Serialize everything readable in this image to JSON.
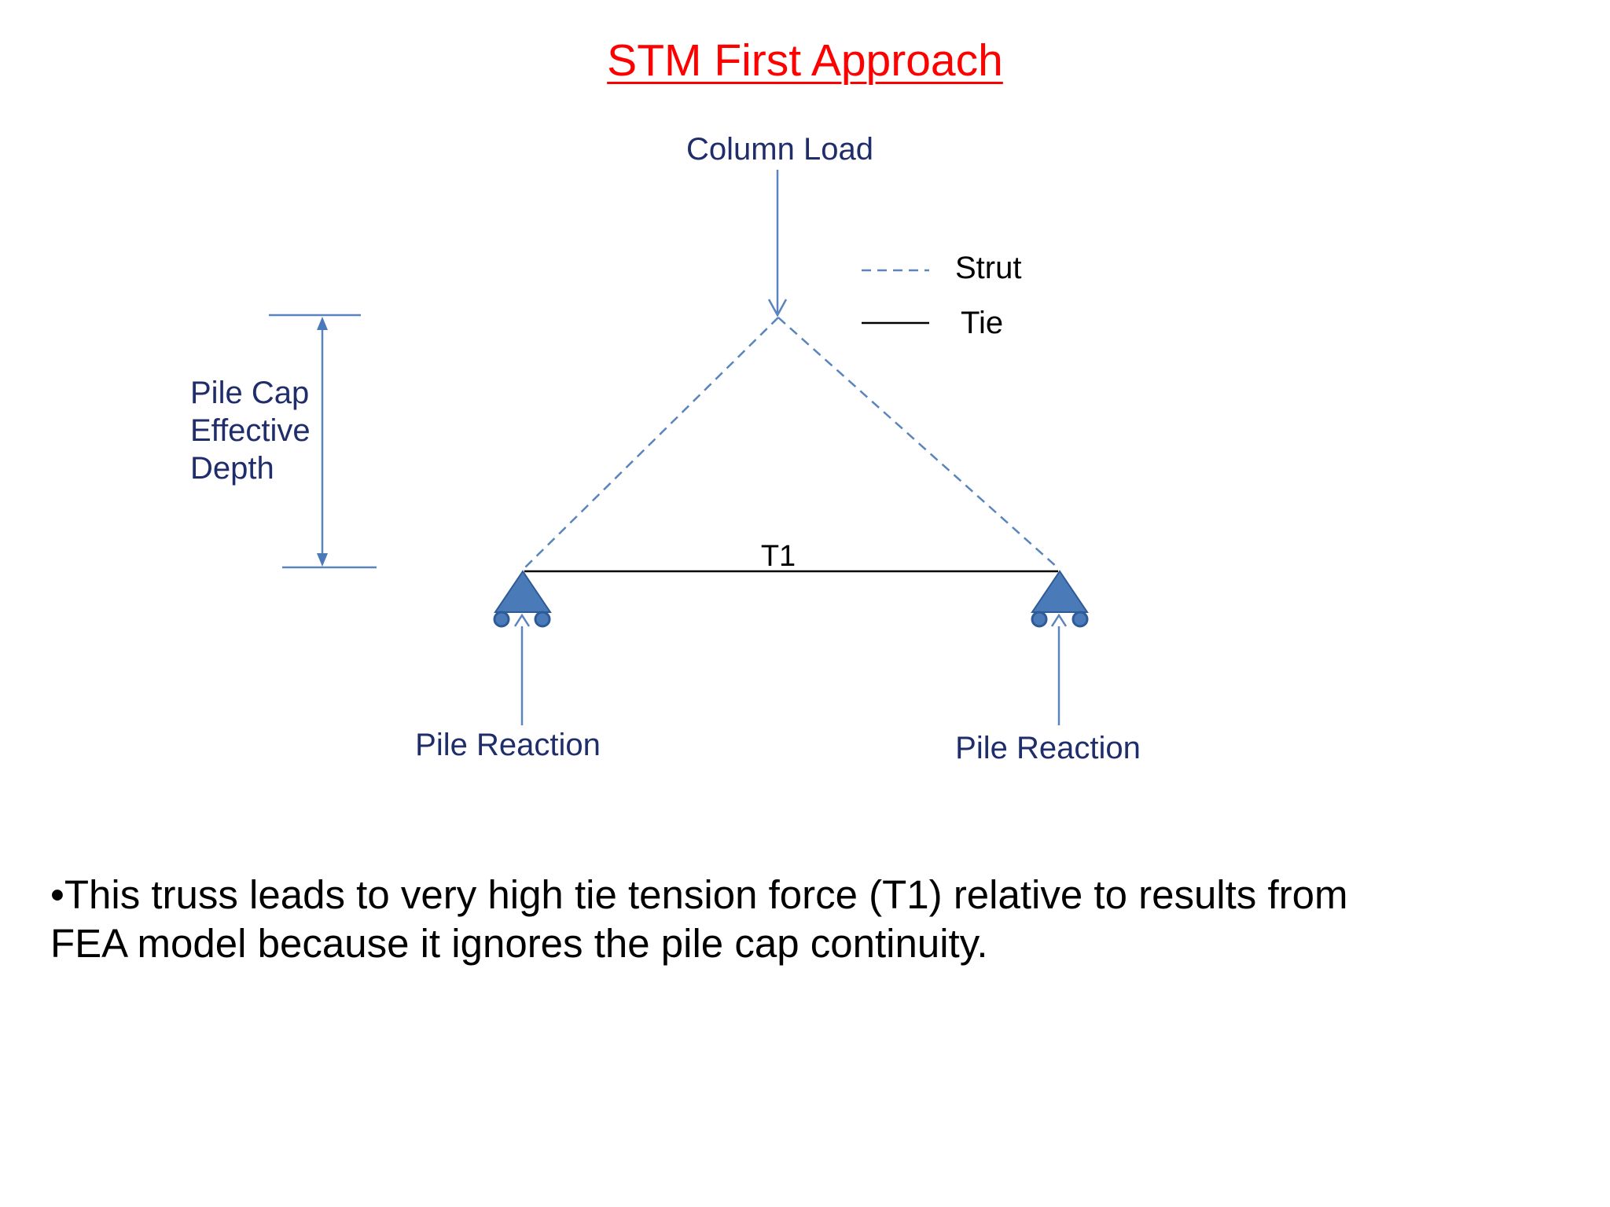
{
  "title": "STM First Approach",
  "diagram": {
    "column_load_label": "Column Load",
    "legend": {
      "strut_label": "Strut",
      "tie_label": "Tie"
    },
    "depth_label_lines": [
      "Pile Cap",
      "Effective",
      "Depth"
    ],
    "tie_label": "T1",
    "left_reaction_label": "Pile Reaction",
    "right_reaction_label": "Pile Reaction",
    "colors": {
      "label_text": "#1f2d6b",
      "member_line": "#5a84bd",
      "support_fill": "#4a7ab8",
      "support_dark": "#2e5a96",
      "tie_line": "#000000"
    }
  },
  "notes": {
    "line1": "•This truss leads to very high tie tension force (T1) relative to results from",
    "line2": "FEA model because it ignores the pile cap continuity."
  }
}
